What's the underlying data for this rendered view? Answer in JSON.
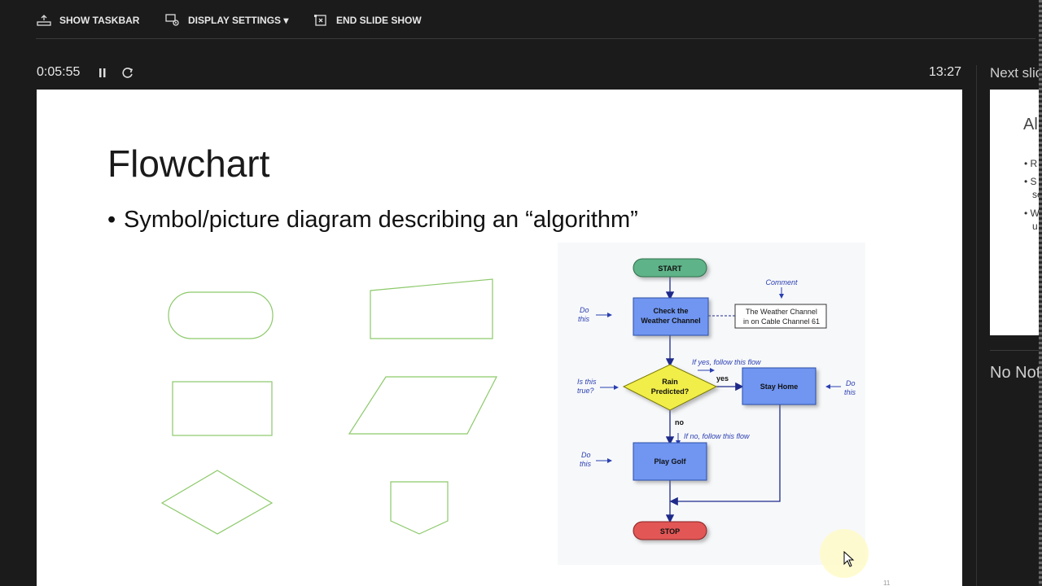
{
  "toolbar": {
    "show_taskbar": "SHOW TASKBAR",
    "display_settings": "DISPLAY SETTINGS ▾",
    "end_slide_show": "END SLIDE SHOW"
  },
  "presenter": {
    "elapsed": "0:05:55",
    "clock": "13:27",
    "next_slide_label": "Next slide",
    "notes_text": "No Notes"
  },
  "slide": {
    "title": "Flowchart",
    "bullet_marker": "•",
    "bullet": "Symbol/picture diagram describing an “algorithm”",
    "number": "11"
  },
  "flowchart": {
    "start": "START",
    "check_line1": "Check the",
    "check_line2": "Weather Channel",
    "comment": "Comment",
    "comment_box_line1": "The Weather Channel",
    "comment_box_line2": "in on Cable Channel 61",
    "decision_line1": "Rain",
    "decision_line2": "Predicted?",
    "yes": "yes",
    "no": "no",
    "stay_home": "Stay Home",
    "play_golf": "Play Golf",
    "stop": "STOP",
    "if_yes": "If yes, follow this flow",
    "if_no": "If no, follow this flow",
    "do_this_line1": "Do",
    "do_this_line2": "this",
    "is_this_line1": "Is this",
    "is_this_line2": "true?"
  },
  "next_slide": {
    "title": "Al",
    "bullets": [
      "• R",
      "• S",
      "• W"
    ],
    "subs": [
      "se",
      "u"
    ]
  },
  "colors": {
    "start_fill": "#5fb389",
    "process_fill": "#6f96f2",
    "decision_fill": "#f2ee4a",
    "stop_fill": "#e25656",
    "shape_outline": "#8cc96a",
    "annotation": "#2a3fb0"
  },
  "icons": {
    "show_taskbar": "taskbar-icon",
    "display_settings": "display-settings-icon",
    "end_slide_show": "end-show-icon",
    "pause": "pause-icon",
    "restart": "restart-icon"
  }
}
